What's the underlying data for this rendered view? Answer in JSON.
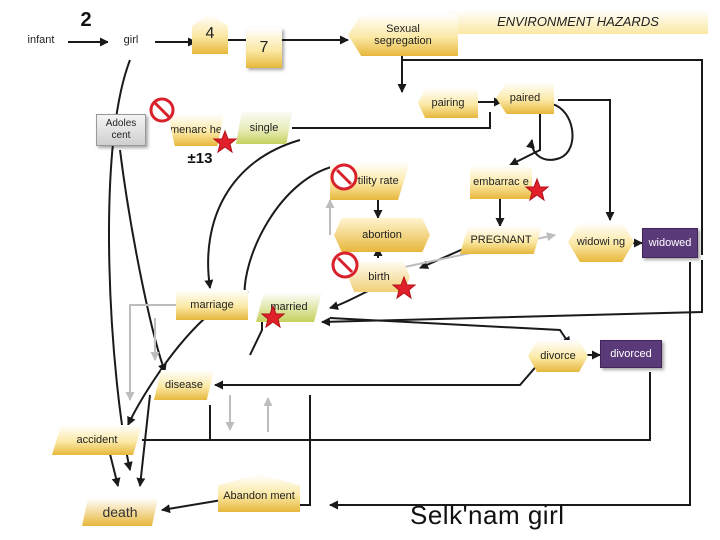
{
  "diagram": {
    "title": "ENVIRONMENT HAZARDS",
    "caption": "Selk'nam girl",
    "age_infant_girl": "2",
    "age_girl_menarche": "4",
    "age_menarche_segregation": "7",
    "age_menarche": "±13",
    "nodes": {
      "infant": "infant",
      "girl": "girl",
      "adolescent": "Adoles cent",
      "menarche": "menarc he",
      "single": "single",
      "sexual_segregation": "Sexual segregation",
      "pairing": "pairing",
      "paired": "paired",
      "fertility_rate": "Fertility rate",
      "embarrace": "embarrac e",
      "abortion": "abortion",
      "pregnant": "PREGNANT",
      "widowing": "widowi ng",
      "widowed": "widowed",
      "birth": "birth",
      "marriage": "marriage",
      "married": "married",
      "divorce": "divorce",
      "divorced": "divorced",
      "disease": "disease",
      "accident": "accident",
      "abandonment": "Abandon ment",
      "death": "death"
    },
    "colors": {
      "gold": "#e7b73c",
      "green": "#c6d15e",
      "purple": "#5b3a7a",
      "star": "#e0212b",
      "no_sign": "#d8212b",
      "arrow": "#1a1a1a"
    },
    "icons": [
      "no-entry-icon",
      "star-icon"
    ]
  }
}
